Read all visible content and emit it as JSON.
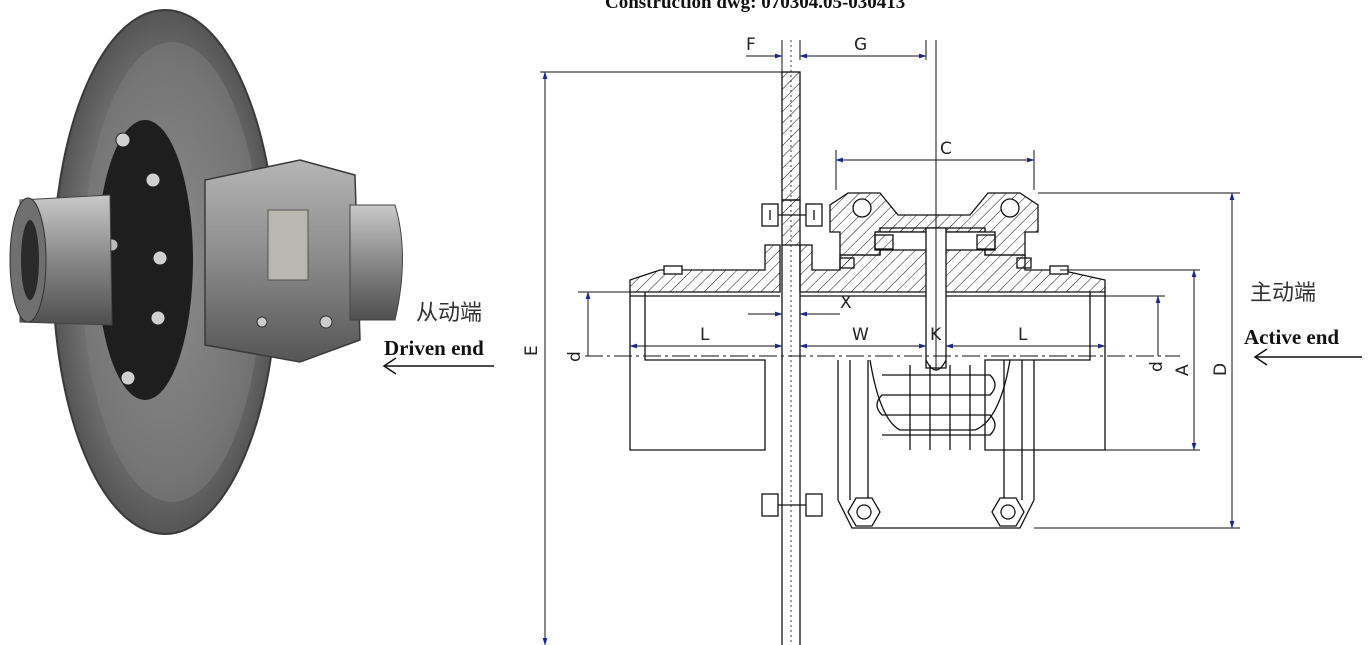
{
  "title": "Construction dwg: 070304.05-030413",
  "photo": {
    "description_icon": "coupling-photo-icon"
  },
  "labels": {
    "driven_cn": "从动端",
    "driven_en": "Driven end",
    "active_cn": "主动端",
    "active_en": "Active end"
  },
  "dims": {
    "F": "F",
    "G": "G",
    "C": "C",
    "X": "X",
    "L1": "L",
    "W": "W",
    "K": "K",
    "L2": "L",
    "E": "E",
    "d1": "d",
    "d2": "d",
    "A": "A",
    "D": "D"
  },
  "colors": {
    "arrow": "#1a2a8c",
    "line": "#111111",
    "photo_dark": "#3a3a3a",
    "photo_mid": "#8a8a8a"
  }
}
